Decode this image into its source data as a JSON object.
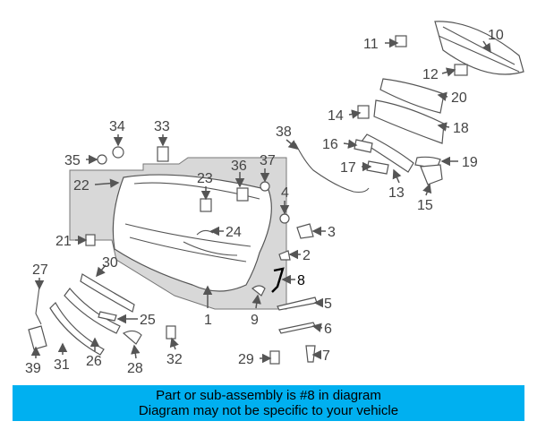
{
  "diagram": {
    "callouts": [
      "1",
      "2",
      "3",
      "4",
      "5",
      "6",
      "7",
      "8",
      "9",
      "10",
      "11",
      "12",
      "13",
      "14",
      "15",
      "16",
      "17",
      "18",
      "19",
      "20",
      "21",
      "22",
      "23",
      "24",
      "25",
      "26",
      "27",
      "28",
      "29",
      "30",
      "31",
      "32",
      "33",
      "34",
      "35",
      "36",
      "37",
      "38",
      "39"
    ],
    "highlighted_callout": "8",
    "group_shading_color": "#d8d8d8"
  },
  "banner": {
    "line1": "Part or sub-assembly is #8 in diagram",
    "line2": "Diagram may not be specific to your vehicle",
    "background_color": "#00b0f0"
  }
}
